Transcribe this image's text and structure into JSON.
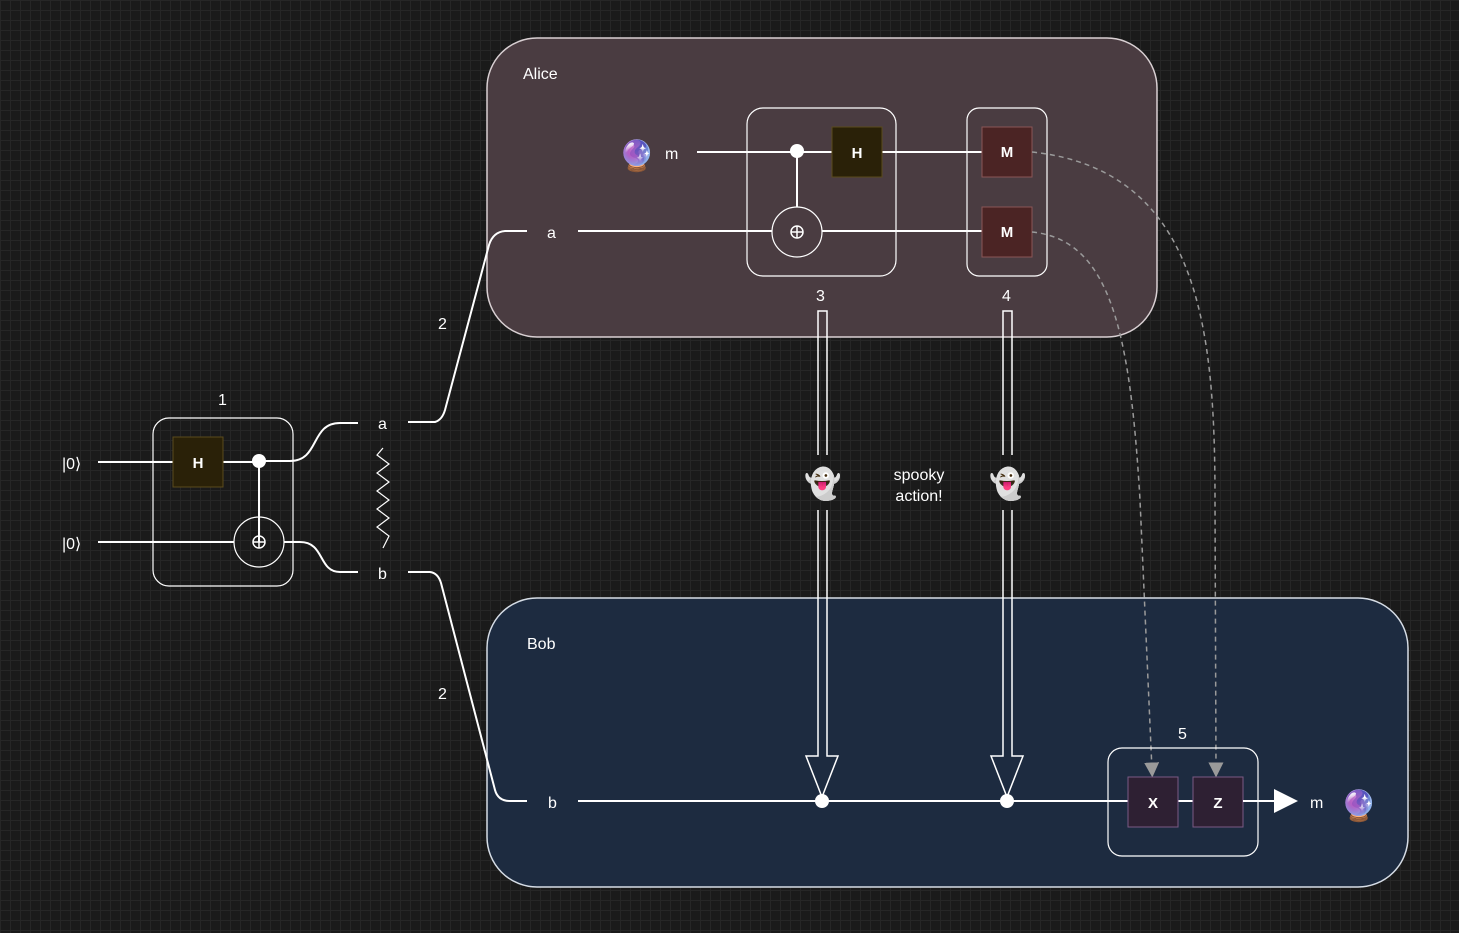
{
  "diagram": {
    "title": "Quantum teleportation",
    "colors": {
      "background": "#1a1a1a",
      "alice_panel": "#4a3c41",
      "bob_panel": "#1d2b40",
      "wire": "#ffffff",
      "hadamard_fill": "#2a2108",
      "measure_fill": "#4b2424",
      "pauli_fill": "#2e2033",
      "dashed": "#9a9a9a"
    },
    "icons": {
      "crystal_ball": "🔮",
      "ghost": "👻"
    },
    "inputs": [
      {
        "label": "|0⟩"
      },
      {
        "label": "|0⟩"
      }
    ],
    "steps": {
      "step1": "1",
      "step2_alice": "2",
      "step2_bob": "2",
      "step3": "3",
      "step4": "4",
      "step5": "5"
    },
    "qubits": {
      "a": "a",
      "b": "b",
      "m": "m"
    },
    "alice": {
      "name": "Alice",
      "message_label": "m",
      "qubit_label": "a"
    },
    "bob": {
      "name": "Bob",
      "qubit_label": "b",
      "output_label": "m"
    },
    "gates": {
      "hadamard": "H",
      "alice_hadamard": "H",
      "measure_top": "M",
      "measure_bottom": "M",
      "pauli_x": "X",
      "pauli_z": "Z"
    },
    "annotation": {
      "line1": "spooky",
      "line2": "action!"
    }
  }
}
